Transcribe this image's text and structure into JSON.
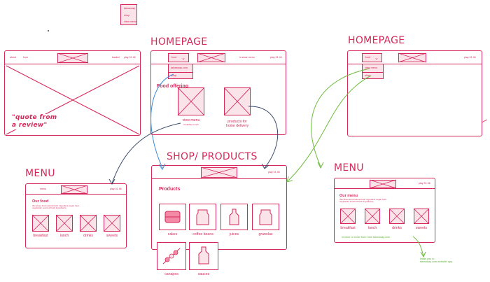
{
  "legend": {
    "items": [
      "takeaway",
      "shop",
      "view menu"
    ]
  },
  "frame_a": {
    "nav_left": "about",
    "nav_mid": "from",
    "nav_right": "basket",
    "nav_right2": "play 01 46",
    "quote": "\"quote from\na review\""
  },
  "homepage_1": {
    "title": "HOMEPAGE",
    "dropdown": "food",
    "dropdown_items": [
      "takeaway.com",
      "shop"
    ],
    "right_label": "in store menu",
    "right_label2": "play 01 46",
    "section": "Food offering",
    "cards": [
      {
        "label": "view menu",
        "sub": "breakfast, lunch"
      },
      {
        "label": "products for\nhome delivery"
      }
    ]
  },
  "homepage_2": {
    "title": "HOMEPAGE",
    "dropdown": "food",
    "dropdown_items": [
      "view menu",
      "shop"
    ],
    "right_label": "play 01 46"
  },
  "shop": {
    "title": "SHOP/ PRODUCTS",
    "header_right": "play 01 46",
    "section": "Products",
    "items": [
      "cakes",
      "coffee beans",
      "juices",
      "granolas"
    ],
    "items2": [
      "canapes",
      "sauces"
    ]
  },
  "menu_left": {
    "title": "MENU",
    "nav": "menu",
    "nav_right": "play 01 46",
    "section": "Our food",
    "desc": "this about food natural fresh ingredient vegan here\nvegetarian sourced fresh ingredients",
    "items": [
      "breakfast",
      "lunch",
      "drinks",
      "sweets"
    ]
  },
  "menu_right": {
    "title": "MENU",
    "nav_right": "play 01 46",
    "section": "Our menu",
    "desc": "this about food natural fresh ingredient vegan here\nvegetarian sourced fresh ingredients",
    "items": [
      "breakfast",
      "lunch",
      "drinks",
      "sweets"
    ],
    "link": "in store or order from here takeaway.com",
    "note": "leads you to\ntakeaway.com website/ app"
  }
}
